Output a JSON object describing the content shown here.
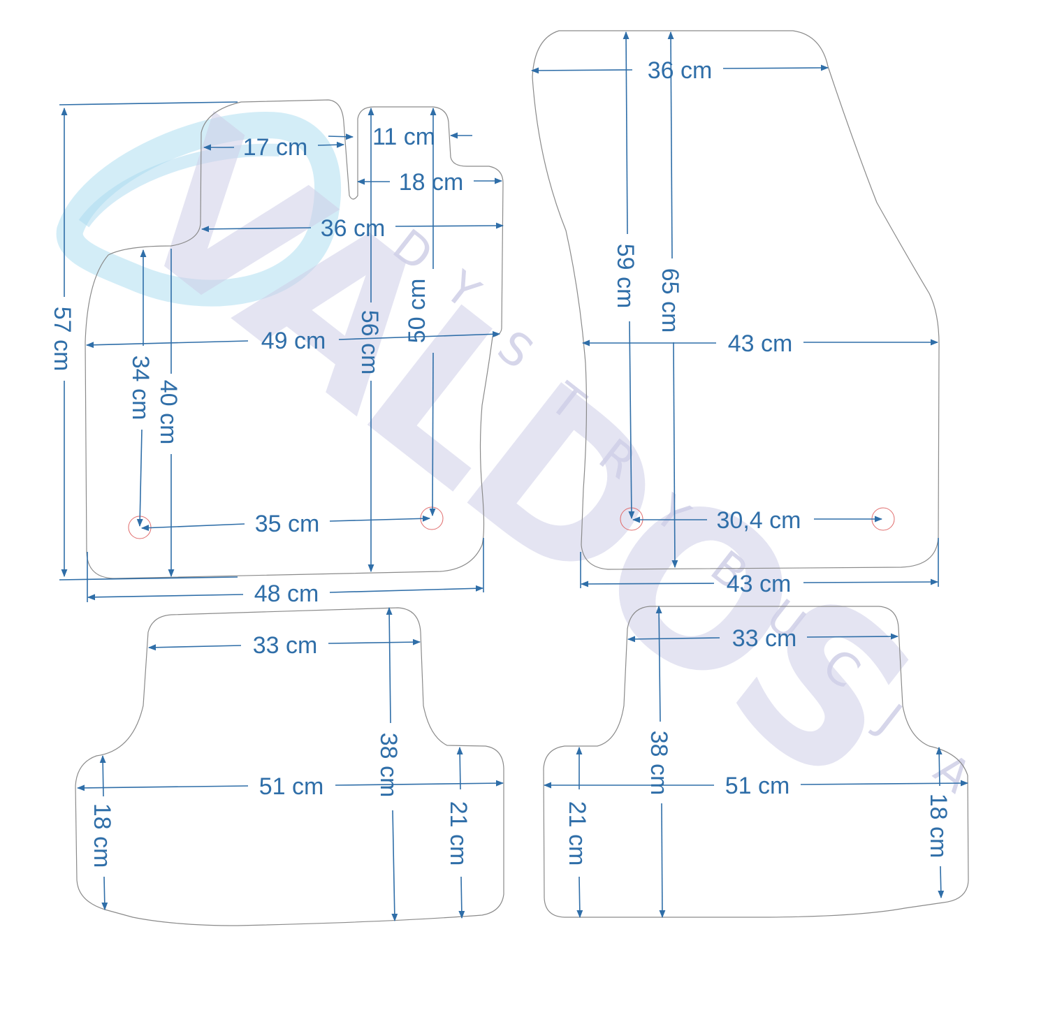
{
  "watermark": {
    "brand": "VALDOS",
    "subtitle": [
      "D",
      "Y",
      "S",
      "T",
      "R",
      "Y",
      "B",
      "U",
      "C",
      "J",
      "A"
    ],
    "colors": {
      "lavender": "#c9c9e4",
      "cyan": "#bfe6f4",
      "blue_glow": "#9fd3ee"
    }
  },
  "colors": {
    "dimension": "#2f6ea8",
    "outline": "#8a8a8a",
    "fixing_hole": "#e06b6b"
  },
  "mats": {
    "front_left": {
      "labels": {
        "d17": "17 cm",
        "d11": "11 cm",
        "d18": "18 cm",
        "d36": "36 cm",
        "d57": "57 cm",
        "d49": "49 cm",
        "d56": "56 cm",
        "d50": "50 cm",
        "d34": "34 cm",
        "d40": "40 cm",
        "d35": "35 cm",
        "d48": "48 cm"
      }
    },
    "front_right": {
      "labels": {
        "d36": "36 cm",
        "d59": "59 cm",
        "d65": "65 cm",
        "d43_mid": "43 cm",
        "d30": "30,4 cm",
        "d43_bottom": "43 cm"
      }
    },
    "rear_left": {
      "labels": {
        "d33": "33 cm",
        "d38": "38 cm",
        "d51": "51 cm",
        "d18": "18 cm",
        "d21": "21 cm"
      }
    },
    "rear_right": {
      "labels": {
        "d33": "33 cm",
        "d38": "38 cm",
        "d51": "51 cm",
        "d21": "21 cm",
        "d18": "18 cm"
      }
    }
  }
}
